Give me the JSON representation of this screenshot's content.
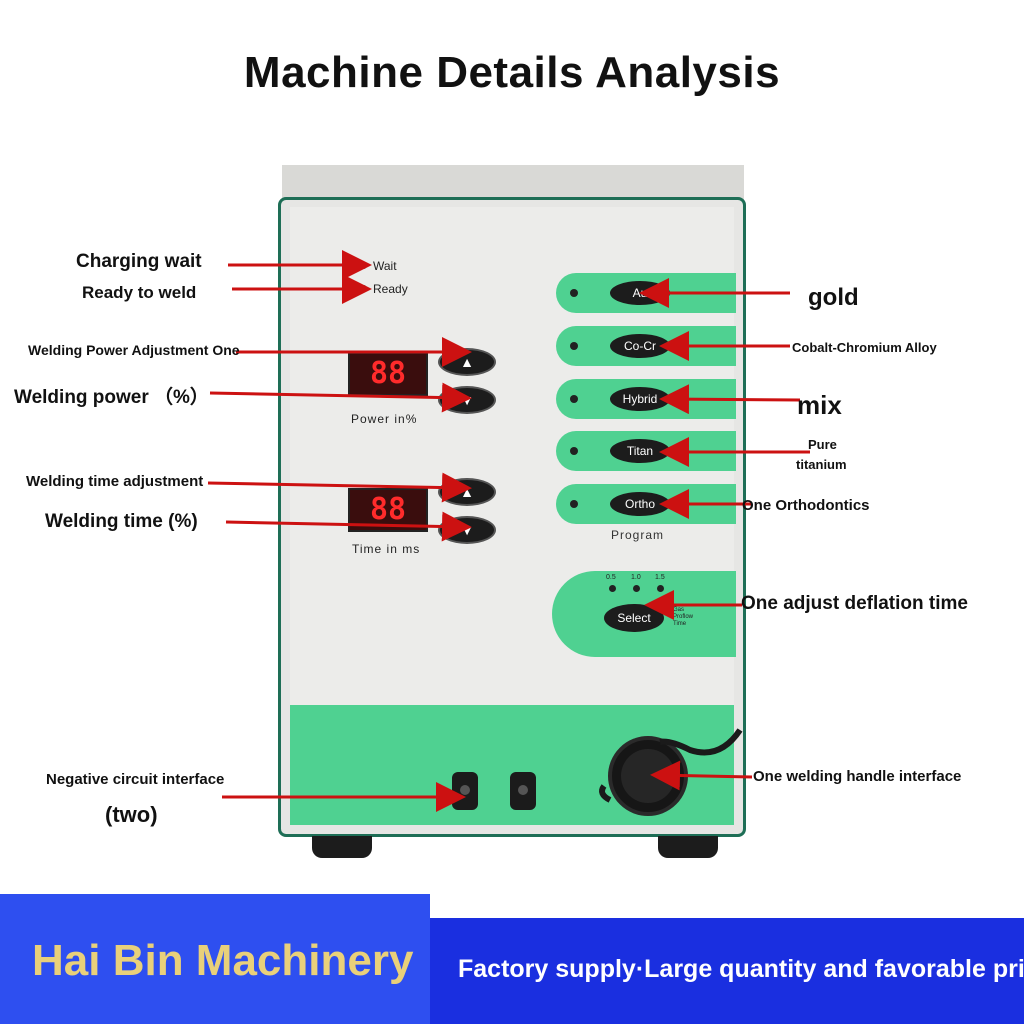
{
  "title": "Machine Details Analysis",
  "indicators": {
    "wait": "Wait",
    "ready": "Ready"
  },
  "displays": {
    "power_value": "88",
    "power_label": "Power in%",
    "time_value": "88",
    "time_label": "Time in ms"
  },
  "programs": [
    {
      "label": "Au"
    },
    {
      "label": "Co-Cr"
    },
    {
      "label": "Hybrid"
    },
    {
      "label": "Titan"
    },
    {
      "label": "Ortho"
    }
  ],
  "program_label": "Program",
  "select": {
    "ticks": [
      "0.5",
      "1.0",
      "1.5"
    ],
    "button": "Select",
    "side_label": [
      "Gas",
      "Proflow",
      "Time"
    ]
  },
  "annotations": {
    "charging_wait": "Charging wait",
    "ready_to_weld": "Ready to weld",
    "power_adjust": "Welding Power Adjustment One",
    "welding_power": "Welding power （%）",
    "time_adjust": "Welding time adjustment",
    "welding_time": "Welding time (%)",
    "gold": "gold",
    "cocr": "Cobalt-Chromium Alloy",
    "mix": "mix",
    "pure": "Pure",
    "titanium": "titanium",
    "ortho": "One Orthodontics",
    "deflation": "One adjust deflation time",
    "negative": "Negative circuit interface",
    "negative_two": "(two)",
    "handle": "One welding handle interface"
  },
  "footer": {
    "brand": "Hai Bin Machinery",
    "slogan": "Factory supply·Large quantity and favorable price"
  },
  "colors": {
    "machine_green": "#4fd191",
    "arrow_red": "#cc1111",
    "banner_blue": "#1a2fe0",
    "brand_gold": "#e9d07a"
  }
}
